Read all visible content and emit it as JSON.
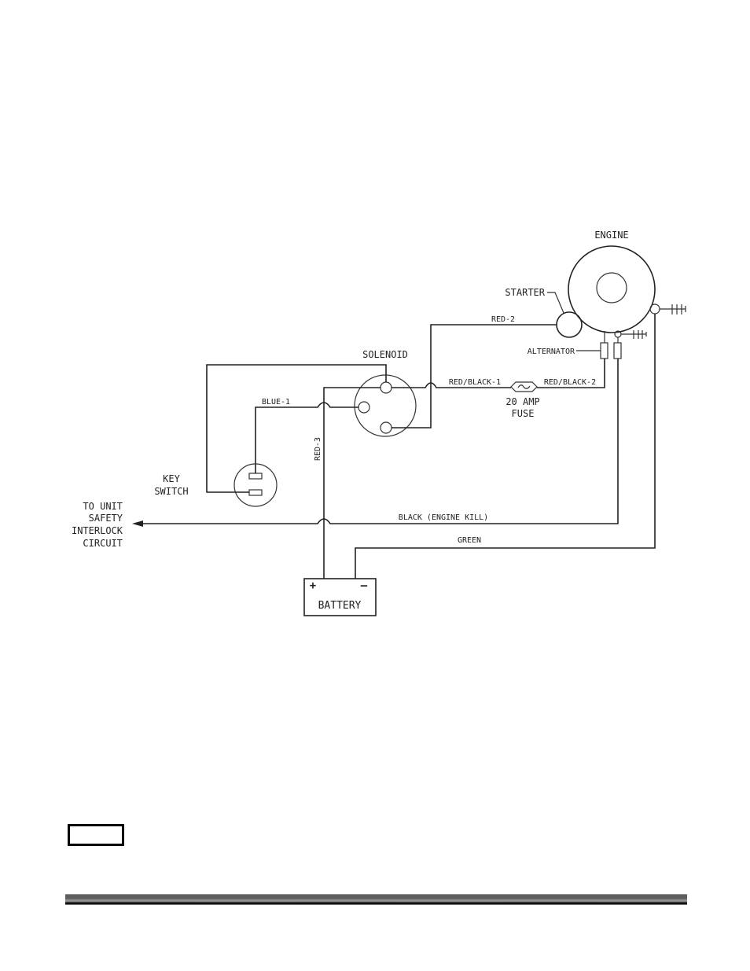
{
  "diagram": {
    "title": "Engine Wiring Diagram",
    "components": {
      "engine": "ENGINE",
      "starter": "STARTER",
      "alternator": "ALTERNATOR",
      "solenoid": "SOLENOID",
      "fuse_line1": "20 AMP",
      "fuse_line2": "FUSE",
      "key_line1": "KEY",
      "key_line2": "SWITCH",
      "battery": "BATTERY",
      "battery_plus": "+",
      "battery_minus": "–"
    },
    "wires": {
      "red2": "RED-2",
      "red_black1": "RED/BLACK-1",
      "red_black2": "RED/BLACK-2",
      "blue1": "BLUE-1",
      "red3": "RED-3",
      "black_kill": "BLACK (ENGINE KILL)",
      "green": "GREEN"
    },
    "interlock": {
      "line1": "TO UNIT",
      "line2": "SAFETY",
      "line3": "INTERLOCK",
      "line4": "CIRCUIT"
    }
  },
  "page": {
    "page_number": ""
  }
}
